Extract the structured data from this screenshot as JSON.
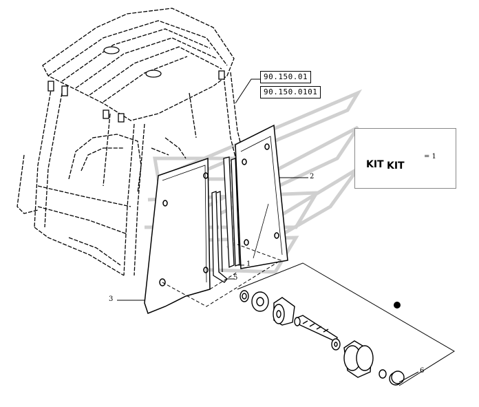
{
  "references": [
    {
      "code": "90.150.01"
    },
    {
      "code": "90.150.0101"
    }
  ],
  "callouts": [
    {
      "number": "1"
    },
    {
      "number": "2"
    },
    {
      "number": "3"
    },
    {
      "number": "5"
    },
    {
      "number": "6"
    }
  ],
  "kit_box": {
    "label_left": "KIT",
    "label_right": "KIT",
    "legend": "= 1"
  },
  "colors": {
    "line": "#000000",
    "watermark": "#d9d9d9",
    "background": "#ffffff"
  }
}
